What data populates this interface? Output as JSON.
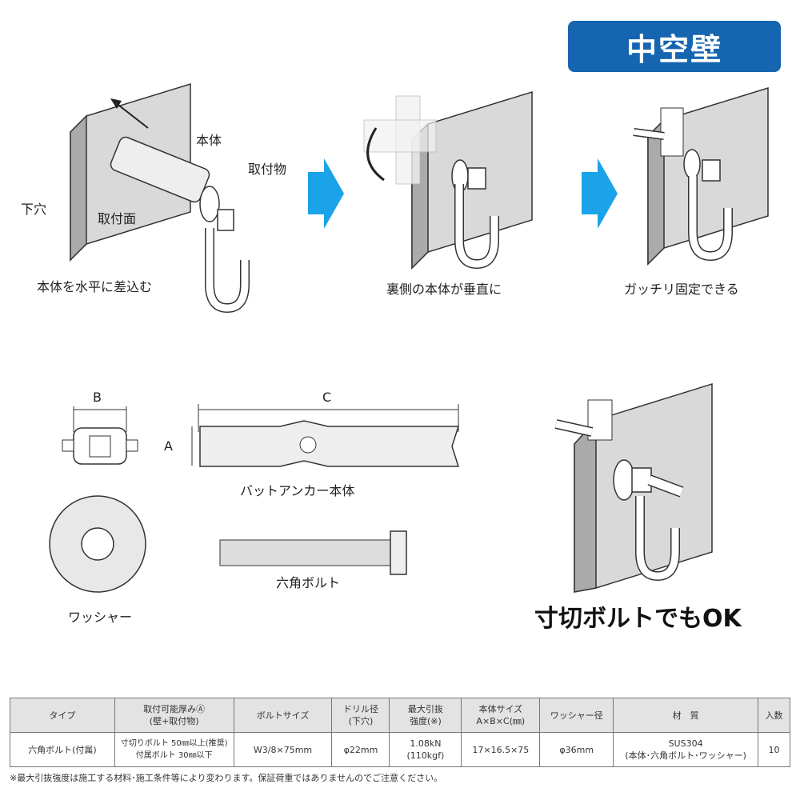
{
  "badge": "中空壁",
  "steps": [
    {
      "caption": "本体を水平に差込む",
      "labels": {
        "body": "本体",
        "attached": "取付物",
        "hole": "下穴",
        "surface": "取付面"
      }
    },
    {
      "caption": "裏側の本体が垂直に"
    },
    {
      "caption": "ガッチリ固定できる"
    }
  ],
  "parts": {
    "dim_a": "A",
    "dim_b": "B",
    "dim_c": "C",
    "anchor_body": "バットアンカー本体",
    "washer": "ワッシャー",
    "hex_bolt": "六角ボルト"
  },
  "ok_caption": "寸切ボルトでもOK",
  "colors": {
    "badge": "#1565b0",
    "arrow": "#1aa3e8",
    "panel": "#d9d9d9"
  },
  "table": {
    "headers": [
      "タイプ",
      "取付可能厚みⒶ\n(壁+取付物)",
      "ボルトサイズ",
      "ドリル径\n(下穴)",
      "最大引抜\n強度(※)",
      "本体サイズ\nA×B×C(㎜)",
      "ワッシャー径",
      "材　質",
      "入数"
    ],
    "rows": [
      [
        "六角ボルト(付属)",
        "寸切りボルト 50㎜以上(推奨)\n付属ボルト 30㎜以下",
        "W3/8×75mm",
        "φ22mm",
        "1.08kN\n(110kgf)",
        "17×16.5×75",
        "φ36mm",
        "SUS304\n(本体･六角ボルト･ワッシャー)",
        "10"
      ]
    ]
  },
  "footnote": "※最大引抜強度は施工する材料･施工条件等により変わります。保証荷重ではありませんのでご注意ください。"
}
